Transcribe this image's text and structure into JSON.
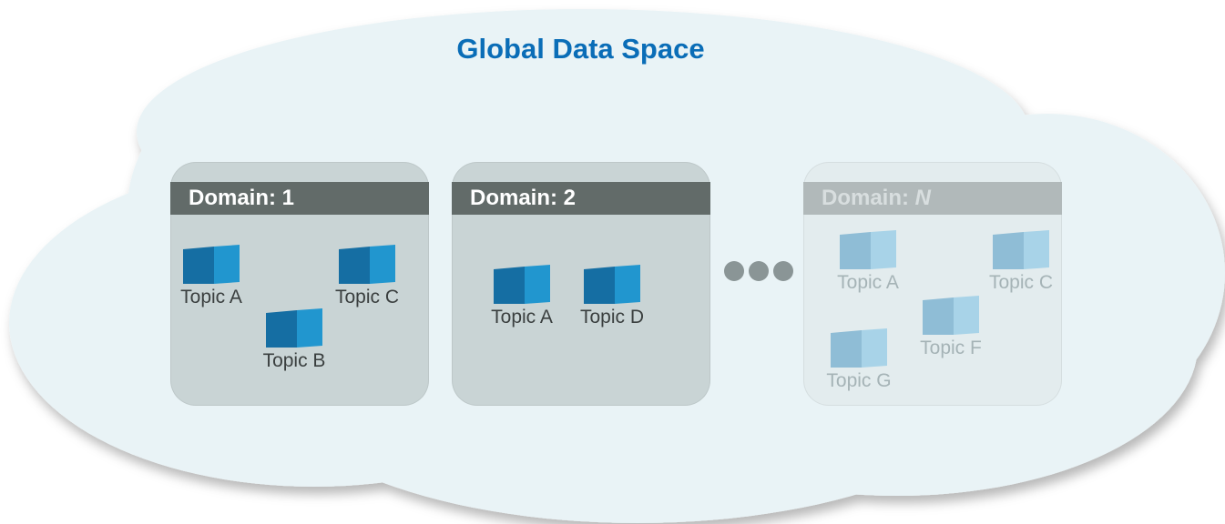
{
  "title": "Global Data Space",
  "colors": {
    "title": "#0a6db7",
    "cloud": "#e9f3f6",
    "domain_panel": "#c9d4d5",
    "domain_header": "#626b69",
    "cube_front": "#2196cf",
    "cube_side": "#156ea3"
  },
  "domains": [
    {
      "label": "Domain: 1",
      "topics": [
        "Topic A",
        "Topic C",
        "Topic B"
      ]
    },
    {
      "label": "Domain: 2",
      "topics": [
        "Topic A",
        "Topic D"
      ]
    },
    {
      "label_prefix": "Domain: ",
      "label_var": "N",
      "faded": true,
      "topics": [
        "Topic A",
        "Topic C",
        "Topic F",
        "Topic G"
      ]
    }
  ],
  "ellipsis_icon": "three-dots"
}
